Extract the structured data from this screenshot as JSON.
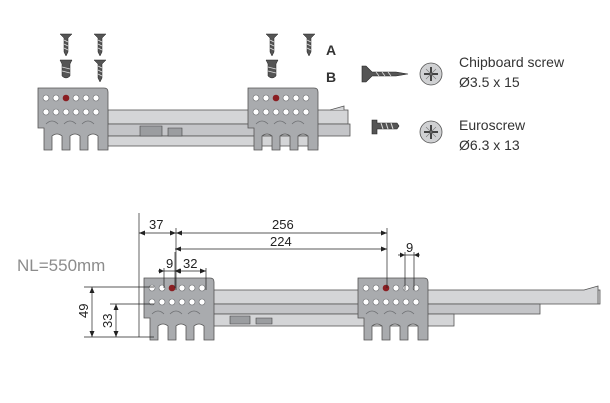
{
  "colors": {
    "bracket_fill": "#a9abae",
    "bracket_dark": "#6d6f72",
    "rail_fill": "#d4d5d7",
    "rail_stroke": "#555555",
    "hole_red": "#8a1e22",
    "line": "#222222",
    "nl_text": "#8c8c8c"
  },
  "screw_labels": {
    "row_a": "A",
    "row_b": "B"
  },
  "legend": {
    "chipboard": {
      "name": "Chipboard screw",
      "size": "Ø3.5 x 15",
      "icon": "pozidriv-head-icon"
    },
    "euro": {
      "name": "Euroscrew",
      "size": "Ø6.3 x 13",
      "icon": "pozidriv-head-icon"
    }
  },
  "nominal_length": "NL=550mm",
  "dimensions": {
    "d37": "37",
    "d256": "256",
    "d224": "224",
    "d9_left": "9",
    "d32": "32",
    "d9_right": "9",
    "d49": "49",
    "d33": "33"
  }
}
